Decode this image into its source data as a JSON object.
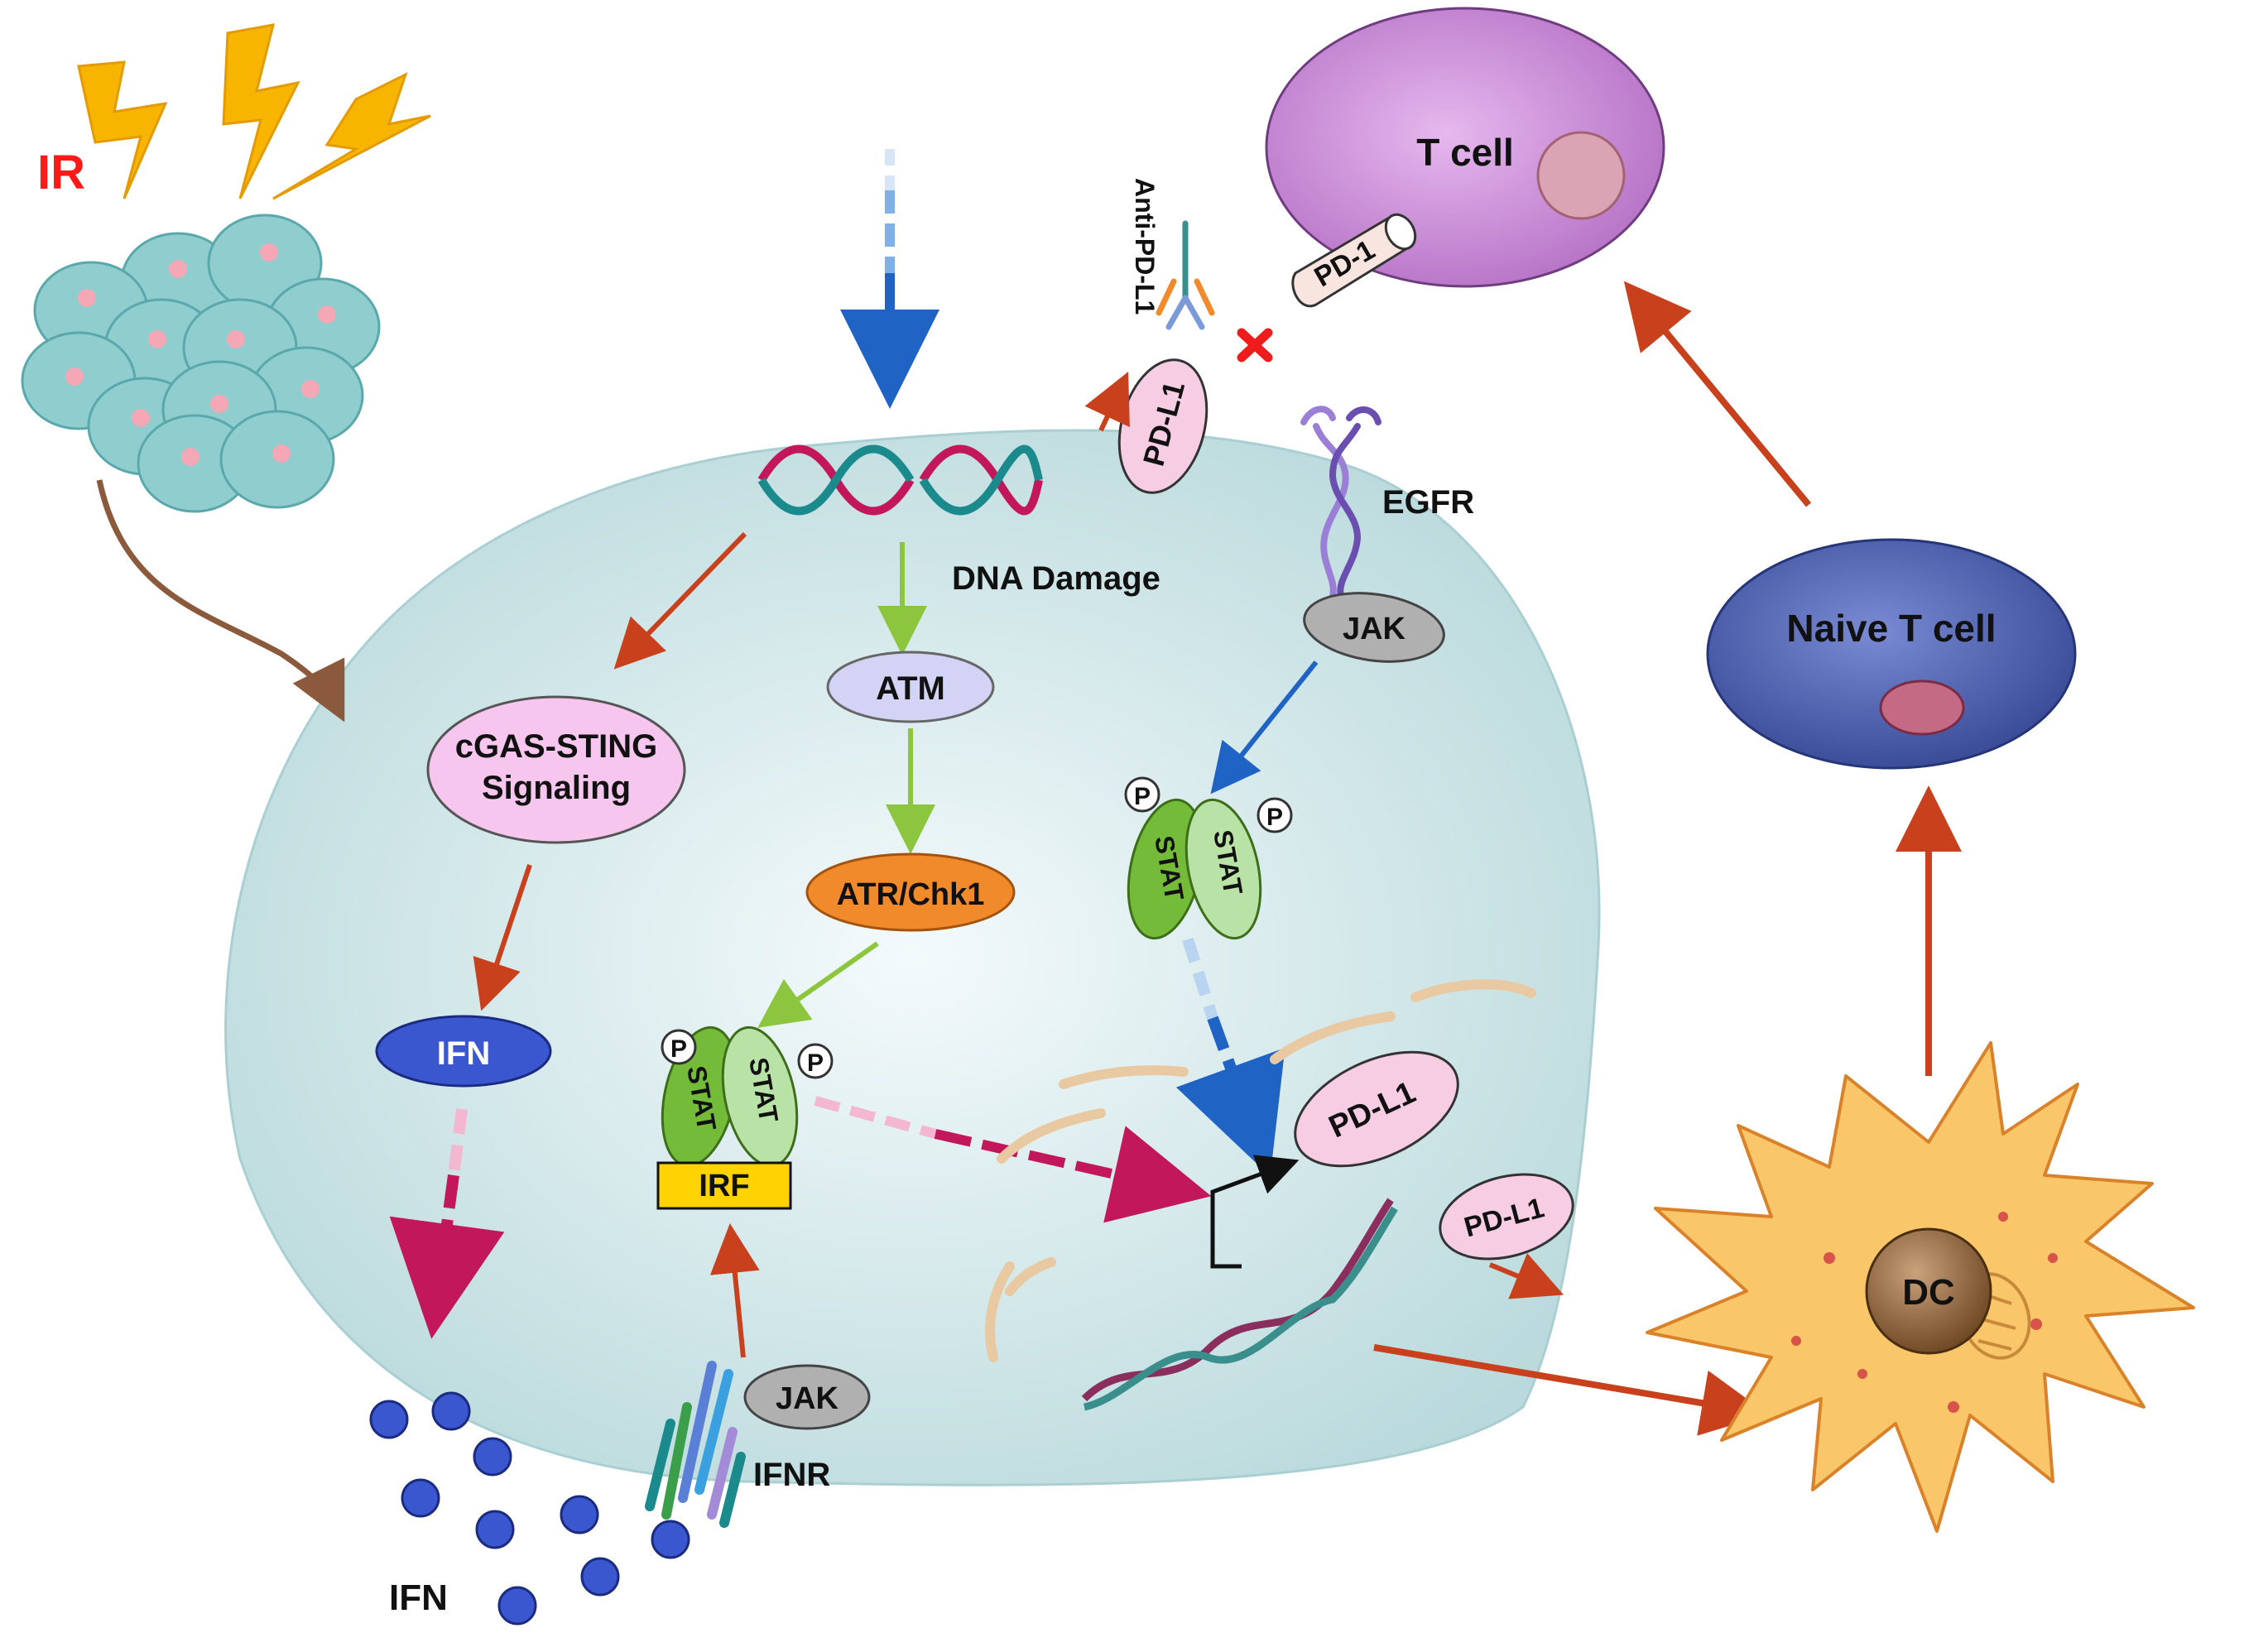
{
  "labels": {
    "ir": "IR",
    "dna_damage": "DNA Damage",
    "atm": "ATM",
    "atr_chk1": "ATR/Chk1",
    "cgas_line1": "cGAS-STING",
    "cgas_line2": "Signaling",
    "ifn_oval": "IFN",
    "ifn_bottom": "IFN",
    "irf": "IRF",
    "jak_top": "JAK",
    "jak_bottom": "JAK",
    "ifnr": "IFNR",
    "egfr": "EGFR",
    "stat": "STAT",
    "p": "P",
    "pdl1_membrane": "PD-L1",
    "pdl1_nucleus": "PD-L1",
    "pdl1_released": "PD-L1",
    "anti_pdl1": "Anti-PD-L1",
    "pd1": "PD-1",
    "t_cell": "T cell",
    "naive_t_cell": "Naive T cell",
    "dc": "DC"
  },
  "colors": {
    "cell_fill": "#cfe4e6",
    "tumor_cell": "#8fcdcf",
    "lightning": "#f7b500",
    "ir_text": "#ff1a1a",
    "red_arrow": "#c8401c",
    "green_arrow": "#8cc63f",
    "blue_arrow": "#1f63c4",
    "pink_arrow": "#c2185b",
    "brown_arrow": "#8b5a3c",
    "cgas_fill": "#f6c6ee",
    "atm_fill": "#d3d3f5",
    "atr_fill": "#f08a2a",
    "ifn_fill": "#3a57d0",
    "irf_fill": "#ffd200",
    "jak_fill": "#b0b0b0",
    "pdl1_fill": "#f7cde4",
    "stat_dark": "#74bb3a",
    "stat_light": "#b9e3a6",
    "tcell_fill": "#c889d6",
    "naive_fill": "#5467b5",
    "dc_fill": "#f9c76a"
  }
}
